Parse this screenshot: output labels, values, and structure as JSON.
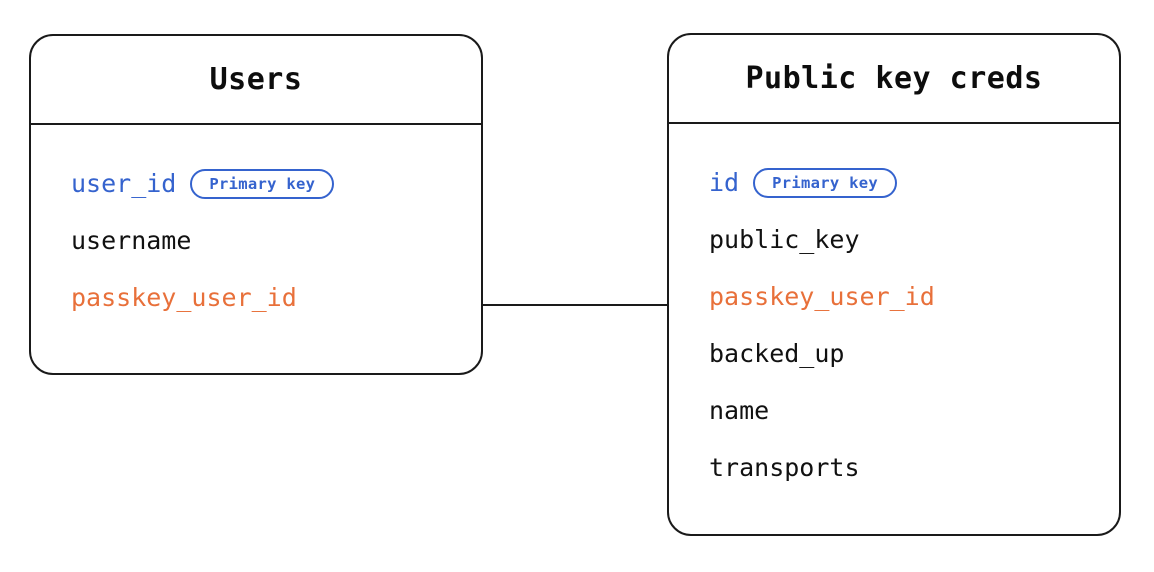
{
  "diagram": {
    "type": "entity-relationship-diagram",
    "background_color": "#ffffff",
    "colors": {
      "border": "#1a1a1a",
      "text": "#111111",
      "primary_key": "#3563CE",
      "foreign_key": "#E8703A",
      "badge_border": "#3563CE"
    }
  },
  "entities": [
    {
      "id": "users",
      "title": "Users",
      "fields": [
        {
          "name": "user_id",
          "role": "primary_key",
          "badge": "Primary key"
        },
        {
          "name": "username",
          "role": "plain",
          "badge": null
        },
        {
          "name": "passkey_user_id",
          "role": "foreign_key",
          "badge": null
        }
      ]
    },
    {
      "id": "public_key_creds",
      "title": "Public key creds",
      "fields": [
        {
          "name": "id",
          "role": "primary_key",
          "badge": "Primary key"
        },
        {
          "name": "public_key",
          "role": "plain",
          "badge": null
        },
        {
          "name": "passkey_user_id",
          "role": "foreign_key",
          "badge": null
        },
        {
          "name": "backed_up",
          "role": "plain",
          "badge": null
        },
        {
          "name": "name",
          "role": "plain",
          "badge": null
        },
        {
          "name": "transports",
          "role": "plain",
          "badge": null
        }
      ]
    }
  ],
  "relationships": [
    {
      "from_entity": "users",
      "from_field": "passkey_user_id",
      "to_entity": "public_key_creds",
      "to_field": "passkey_user_id",
      "style": "solid-line"
    }
  ]
}
